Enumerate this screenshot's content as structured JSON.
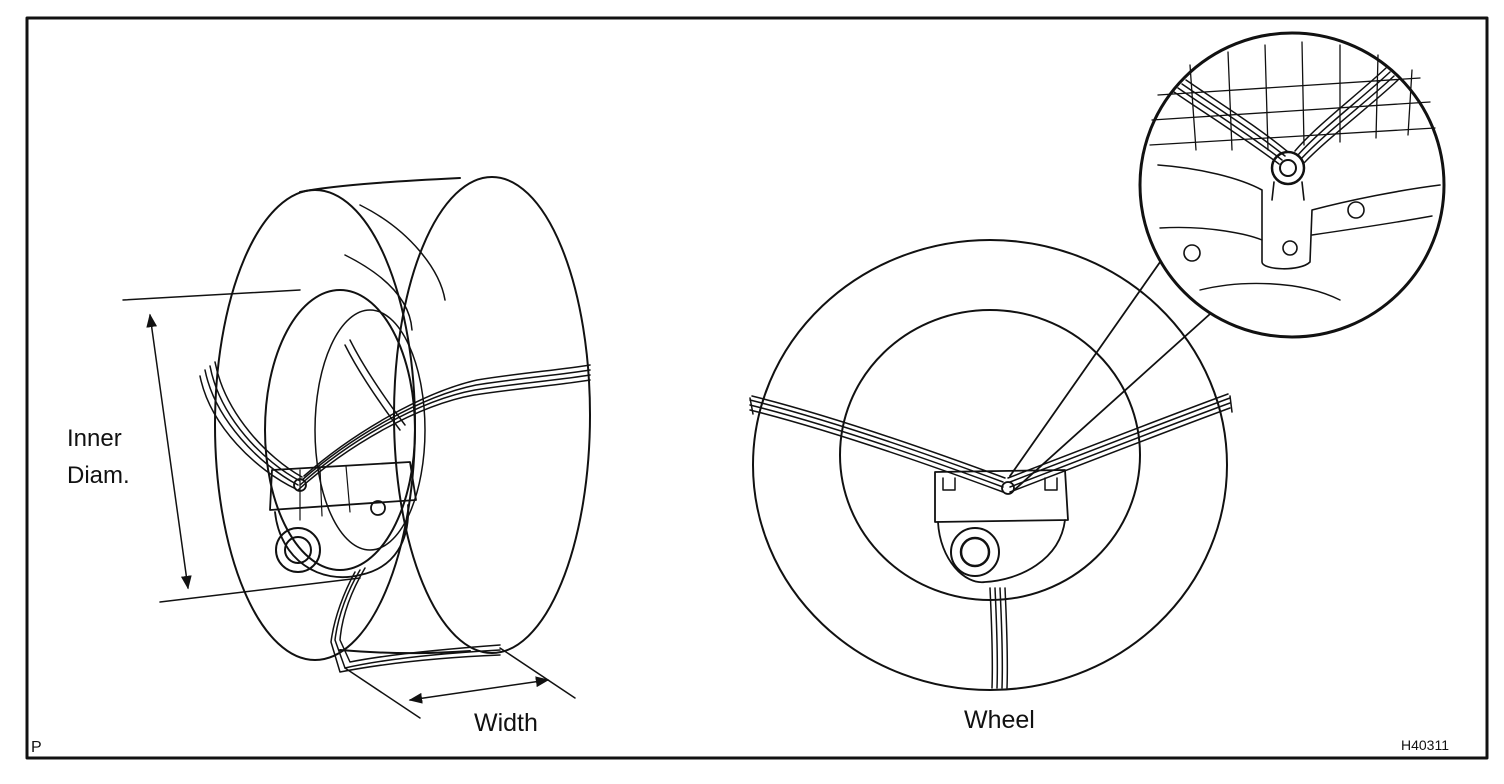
{
  "labels": {
    "inner_diam_line1": "Inner",
    "inner_diam_line2": "Diam.",
    "width": "Width",
    "wheel": "Wheel",
    "corner_letter": "P",
    "figure_code": "H40311"
  },
  "colors": {
    "line": "#111111",
    "background": "#ffffff"
  }
}
